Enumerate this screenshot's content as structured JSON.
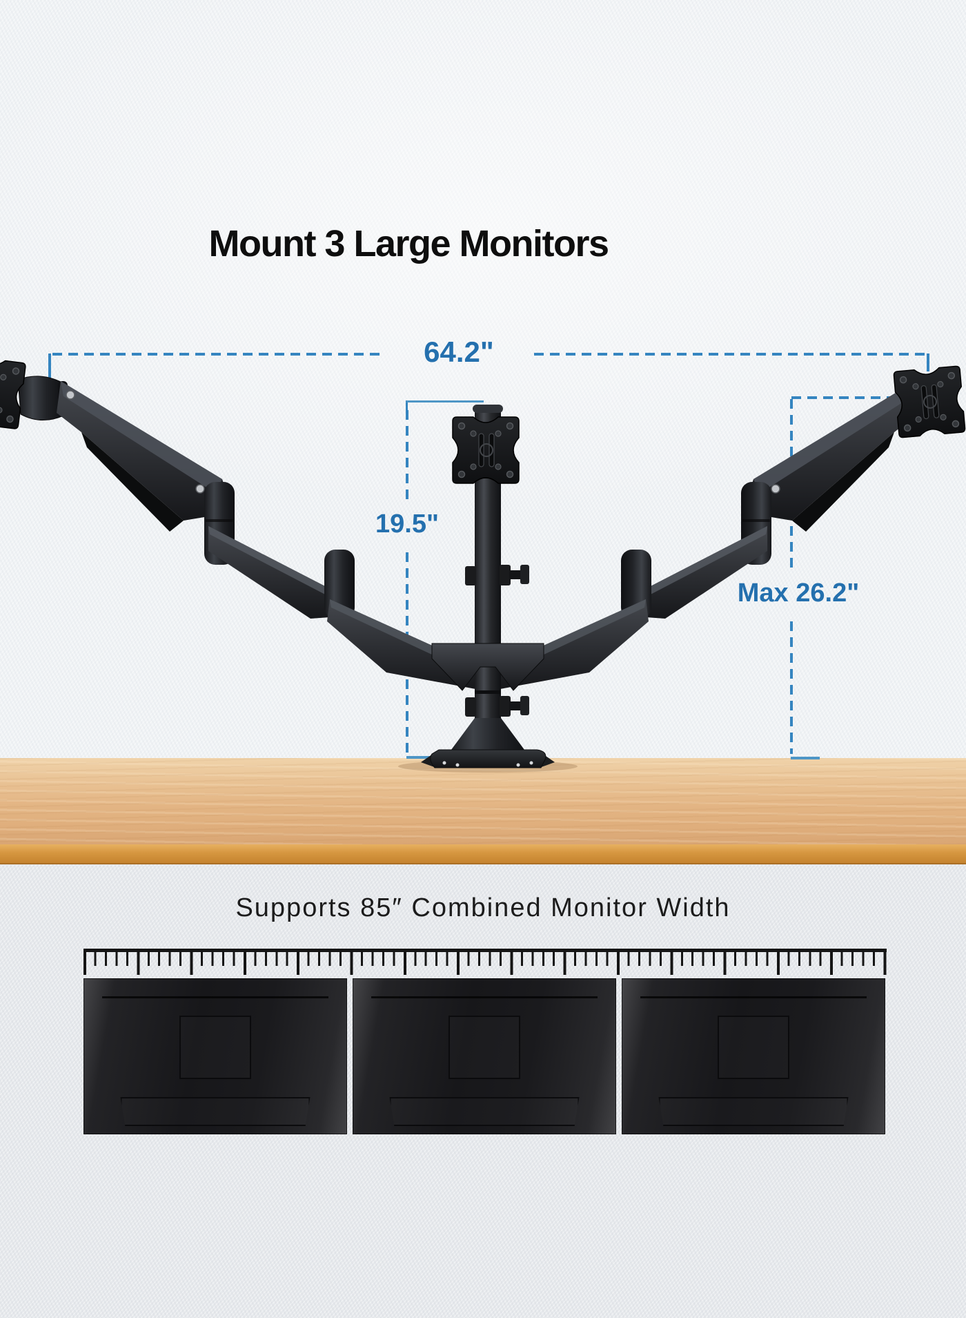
{
  "title": "Mount 3 Large Monitors",
  "dimensions": {
    "combined_width": "64.2\"",
    "pole_height": "19.5\"",
    "max_arm_extension": "Max 26.2\""
  },
  "lower_section": {
    "caption": "Supports 85″ Combined Monitor Width",
    "monitor_count": 3
  },
  "colors": {
    "dimension_line_blue": "#3585c0",
    "dimension_label_blue": "#2470ae",
    "desk_wood": "#e3b584",
    "desk_edge": "#d69740",
    "mount_black": "#1a1b1e",
    "wall": "#f3f5f7",
    "lower_background": "#e9ebee"
  }
}
